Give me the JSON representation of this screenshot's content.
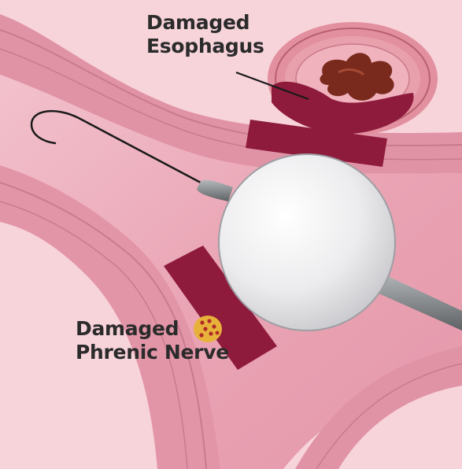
{
  "labels": {
    "esophagus": {
      "line1": "Damaged",
      "line2": "Esophagus"
    },
    "nerve": {
      "line1": "Damaged",
      "line2": "Phrenic Nerve"
    }
  },
  "colors": {
    "tissue": "#eba7b6",
    "tissue_light": "#f3c6cf",
    "wall_stripe": "#c97a8c",
    "lesion": "#8e1a3c",
    "esophagus_lumen": "#7a2a1c",
    "balloon": "#e8e8ea",
    "catheter": "#8f9294",
    "nerve_dots": "#e8b23a"
  },
  "icons": {
    "guidewire": "guidewire-icon",
    "balloon": "cryoballoon-icon",
    "nerve": "nerve-bundle-icon"
  }
}
